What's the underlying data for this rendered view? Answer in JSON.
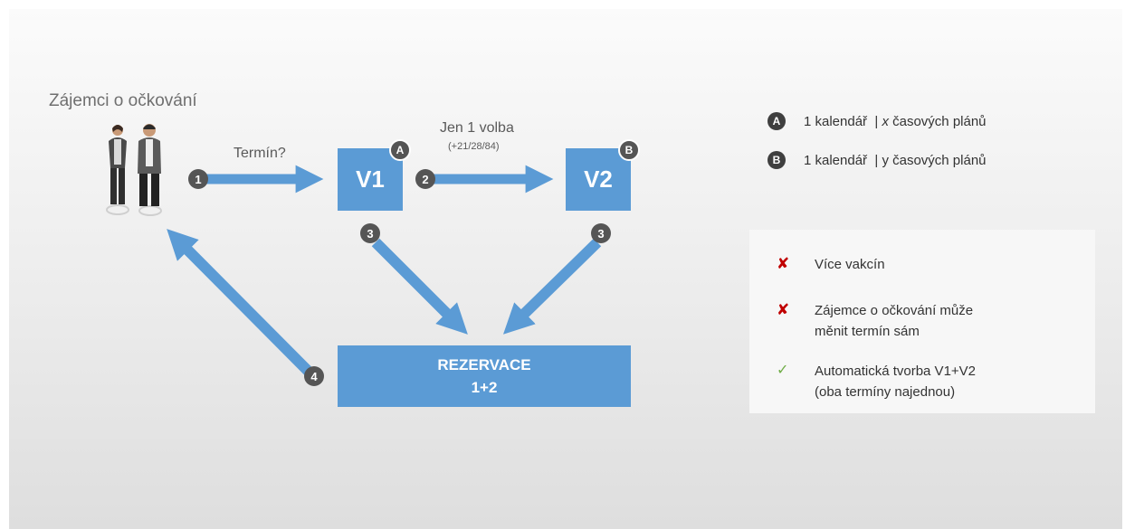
{
  "title": "Zájemci o očkování",
  "flow": {
    "step1_label": "Termín?",
    "step2_label": "Jen 1 volba",
    "step2_sublabel": "(+21/28/84)"
  },
  "boxes": {
    "v1": "V1",
    "v2": "V2",
    "rezervace": "REZERVACE\n1+2"
  },
  "badges": {
    "b1": "1",
    "b2": "2",
    "b3a": "3",
    "b3b": "3",
    "b4": "4",
    "a": "A",
    "b": "B"
  },
  "legend": [
    {
      "badge": "A",
      "text": "1 kalendář  | ",
      "var": "x",
      "rest": " časových plánů"
    },
    {
      "badge": "B",
      "text": "1 kalendář  | y časových plánů",
      "var": "",
      "rest": ""
    }
  ],
  "features": [
    {
      "icon": "cross-icon",
      "text": "Více vakcín"
    },
    {
      "icon": "cross-icon",
      "text": "Zájemce o očkování může\nměnit termín sám"
    },
    {
      "icon": "check-icon",
      "text": "Automatická tvorba V1+V2\n(oba termíny najednou)"
    }
  ],
  "colors": {
    "arrow": "#5b9bd5",
    "box": "#5b9bd5",
    "badge": "#555555",
    "cross": "#c00000",
    "check": "#70ad47"
  }
}
